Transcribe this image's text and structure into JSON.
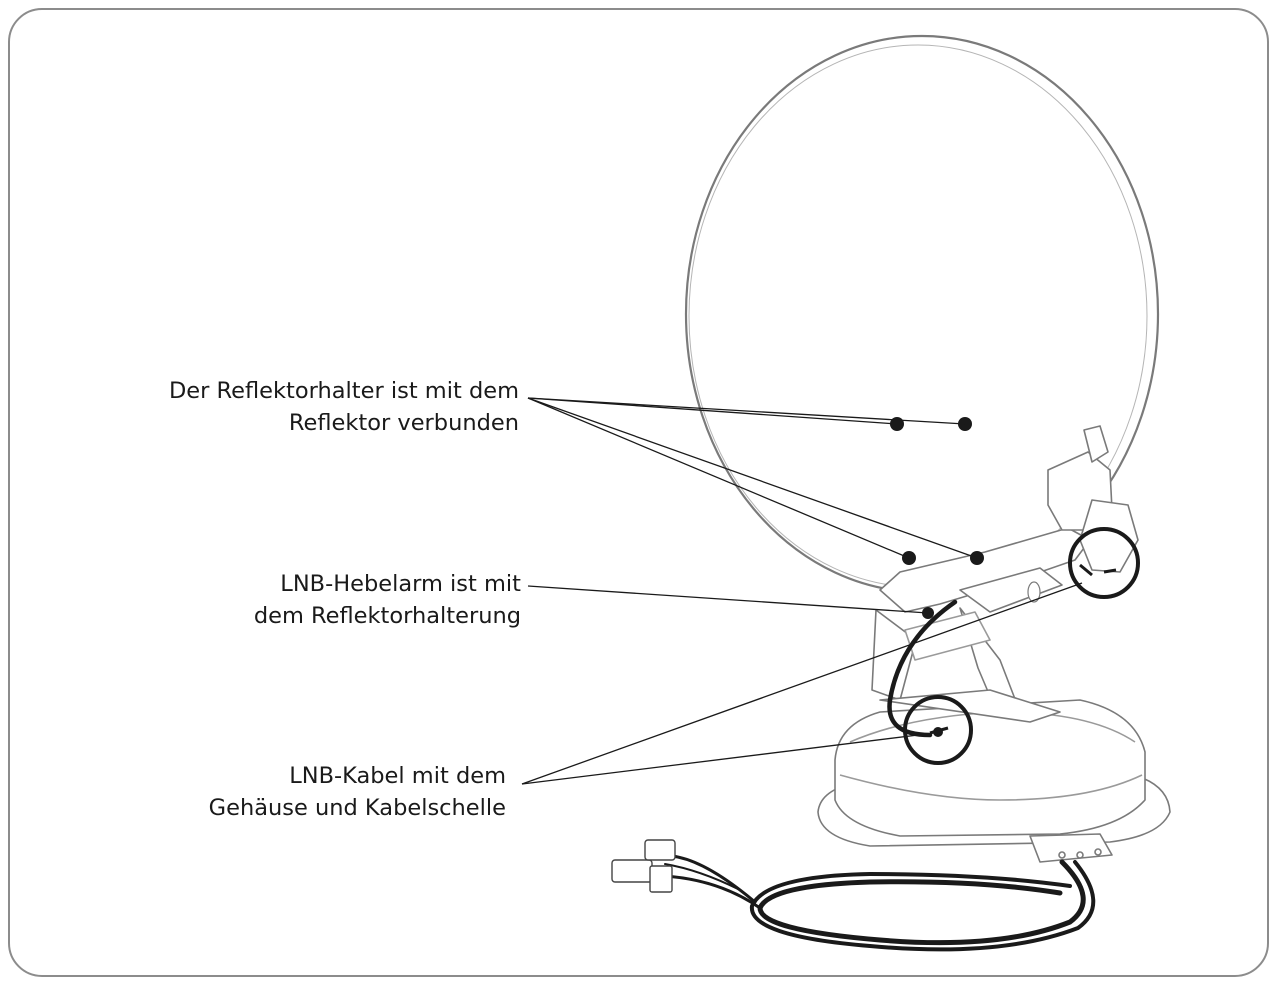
{
  "callouts": {
    "reflector_holder": {
      "line1": "Der Reflektorhalter ist mit dem",
      "line2": "Reflektor verbunden"
    },
    "lnb_arm": {
      "line1": "LNB-Hebelarm ist mit",
      "line2": "dem Reflektorhalterung"
    },
    "lnb_cable": {
      "line1": "LNB-Kabel mit dem",
      "line2": "Gehäuse und  Kabelschelle"
    }
  },
  "colors": {
    "frame": "#8c8c8c",
    "drawing_line": "#6e6e6e",
    "callout_line": "#1a1a1a",
    "text": "#1a1a1a"
  }
}
